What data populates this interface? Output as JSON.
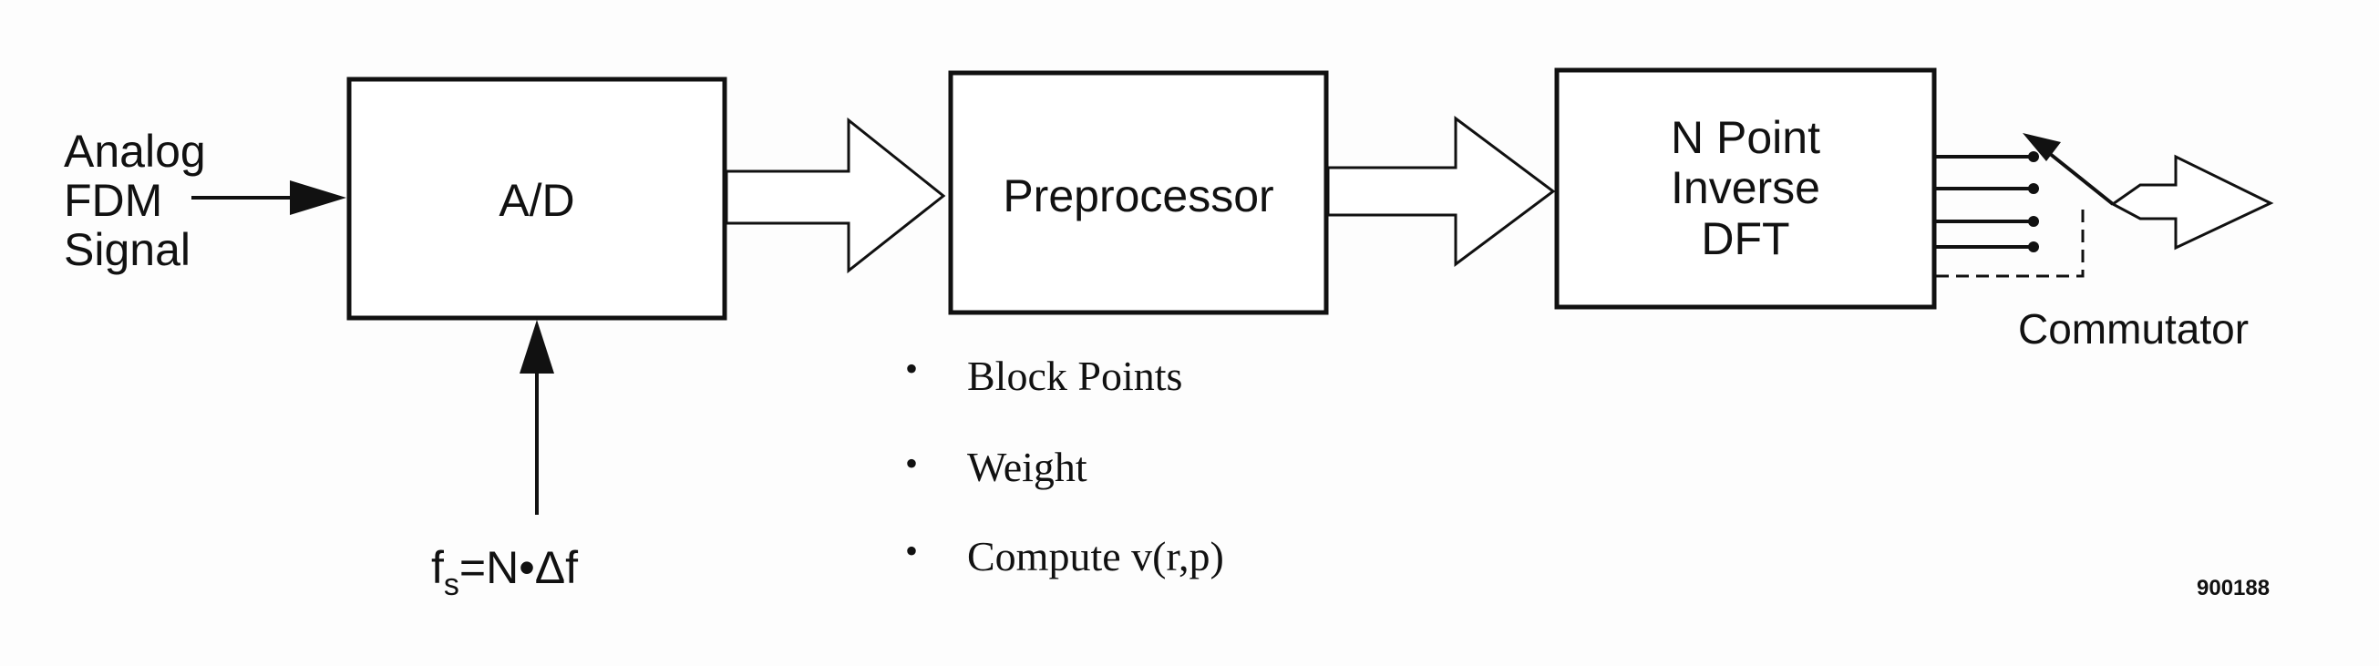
{
  "input": {
    "line1": "Analog",
    "line2": "FDM",
    "line3": "Signal"
  },
  "blocks": {
    "ad": "A/D",
    "preprocessor": "Preprocessor",
    "dft": {
      "line1": "N Point",
      "line2": "Inverse",
      "line3": "DFT"
    }
  },
  "clock": {
    "f": "f",
    "sub": "s",
    "rest": "=N•Δf"
  },
  "bullet_symbol": "•",
  "steps": [
    "Block Points",
    "Weight",
    "Compute v(r,p)"
  ],
  "commutator": "Commutator",
  "figure_id": "900188"
}
